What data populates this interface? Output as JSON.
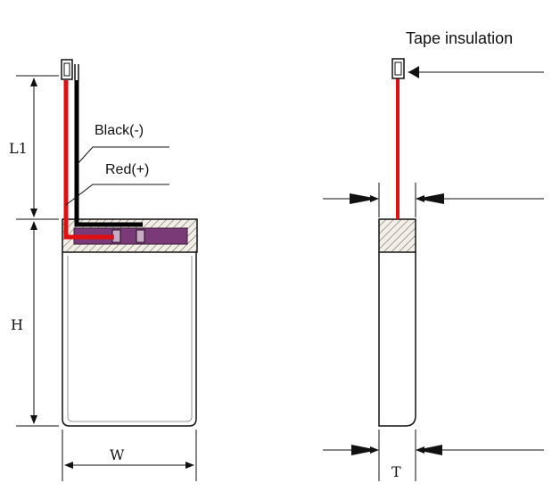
{
  "labels": {
    "black_wire": "Black(-)",
    "red_wire": "Red(+)",
    "tape_insulation": "Tape insulation",
    "dim_l1": "L1",
    "dim_h": "H",
    "dim_w": "W",
    "dim_t": "T"
  },
  "colors": {
    "line": "#111111",
    "red_wire": "#e01010",
    "black_wire": "#000000",
    "pcm_board": "#7a3a78",
    "hatch": "#555555",
    "background": "#ffffff"
  }
}
